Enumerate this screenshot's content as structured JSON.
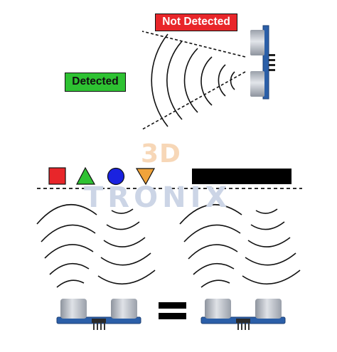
{
  "labels": {
    "not_detected": "Not Detected",
    "detected": "Detected"
  },
  "watermark": {
    "line1": "3D",
    "line2": "TRONIX"
  },
  "colors": {
    "not_detected_bg": "#e8262a",
    "detected_bg": "#2ec232",
    "square": "#e8262a",
    "triangle_up": "#2ec232",
    "circle": "#1a22e0",
    "triangle_down": "#f0a33a",
    "bar": "#000000",
    "sensor_board": "#2b5fa8",
    "transducer": "#b9bec8"
  },
  "shapes": [
    "square-red",
    "triangle-green",
    "circle-blue",
    "triangle-orange",
    "bar-black"
  ],
  "symbol": "equals-sign"
}
